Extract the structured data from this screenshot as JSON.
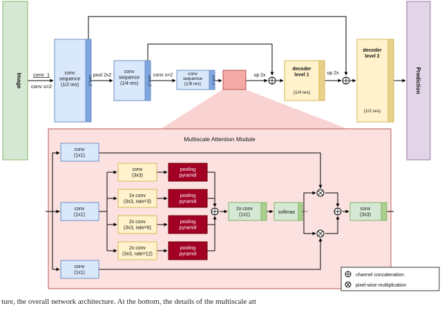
{
  "top": {
    "image_label": "Image",
    "conv1_label": "conv_1",
    "conv1_stride": "conv s=2",
    "seq1_label": "conv\nsequence\n(1/2 res)",
    "seq1_side": "conv_2",
    "pool_label": "pool 2x2",
    "seq2_label": "conv\nsequence\n(1/4 res)",
    "seq2_side": "conv_3",
    "conv_s2_label": "conv s=2",
    "seq3_label": "conv\nsequence\n(1/8 res)",
    "seq3_side": "conv_4",
    "up1_label": "up 2x",
    "dec1_label": "decoder\nlevel 1",
    "dec1_res": "(1/4 res)",
    "up2_label": "up 2x",
    "dec2_label": "decoder\nlevel 2",
    "dec2_res": "(1/2 res)",
    "prediction_label": "Prediction"
  },
  "module": {
    "title": "Multiscale Attention Module",
    "conv_top": "conv\n(1x1)",
    "conv_mid": "conv\n(1x1)",
    "conv_bot": "conv\n(1x1)",
    "branches": [
      {
        "conv": "conv\n(3x3)",
        "pool": "pooling\npyramid"
      },
      {
        "conv": "2x conv\n(3x3, rate=3)",
        "pool": "pooling\npyramid"
      },
      {
        "conv": "2x conv\n(3x3, rate=6)",
        "pool": "pooling\npyramid"
      },
      {
        "conv": "2x conv\n(3x3, rate=12)",
        "pool": "pooling\npyramid"
      }
    ],
    "conv2x": "2x conv\n(1x1)",
    "softmax": "softmax",
    "conv_out": "conv\n(3x3)"
  },
  "legend": {
    "concat": "channel concatenation",
    "mult": "pixel-wise multiplication"
  },
  "caption": "ture, the overall network architecture. At the bottom, the details of the multiscale att",
  "colors": {
    "green_fill": "#d5e8d4",
    "green_stroke": "#82b366",
    "blue_fill": "#dae8fc",
    "blue_stroke": "#6c8ebf",
    "blue_side": "#7ea6e0",
    "yellow_fill": "#fff2cc",
    "yellow_stroke": "#d6b656",
    "yellow_side": "#e6d08a",
    "purple_fill": "#e1d5e7",
    "purple_stroke": "#9673a6",
    "module_fill": "#f8cecc",
    "module_stroke": "#b85450",
    "pool_fill": "#a20025",
    "pool_stroke": "#6f0000",
    "attn_small_fill": "#f3a9a5"
  }
}
